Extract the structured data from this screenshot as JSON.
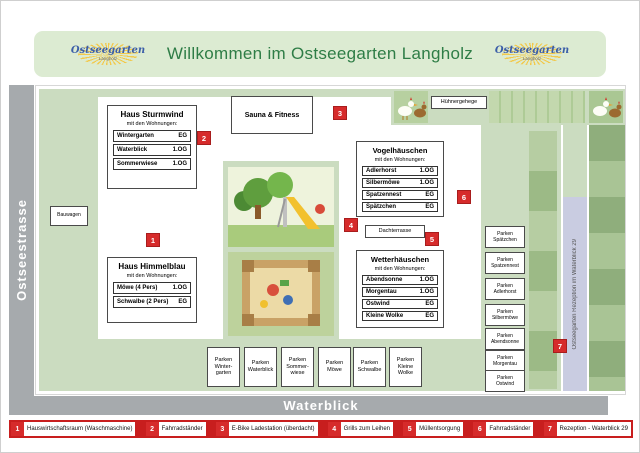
{
  "header": {
    "title": "Willkommen im Ostseegarten Langholz",
    "logo": {
      "name": "Ostseegarten",
      "sub": "Langholz"
    }
  },
  "roads": {
    "left": "Ostseestrasse",
    "bottom": "Waterblick"
  },
  "labels": {
    "bauwagen": "Bauwagen",
    "huehnergehege": "Hühnergehege",
    "sauna": "Sauna & Fitness",
    "dachterrasse": "Dachterrasse",
    "reception": "Ostseegarten Rezeption im Waterblick 29"
  },
  "houses": {
    "sturmwind": {
      "title": "Haus Sturmwind",
      "subtitle": "mit den Wohnungen:",
      "rows": [
        {
          "name": "Wintergarten",
          "floor": "EG"
        },
        {
          "name": "Waterblick",
          "floor": "1.OG"
        },
        {
          "name": "Sommerwiese",
          "floor": "1.OG"
        }
      ]
    },
    "himmelblau": {
      "title": "Haus Himmelblau",
      "subtitle": "mit den Wohnungen:",
      "rows": [
        {
          "name": "Möwe (4 Pers)",
          "floor": "1.OG"
        },
        {
          "name": "Schwalbe (2 Pers)",
          "floor": "EG"
        }
      ]
    },
    "vogelhaeuschen": {
      "title": "Vogelhäuschen",
      "subtitle": "mit den Wohnungen:",
      "rows": [
        {
          "name": "Adlerhorst",
          "floor": "1.OG"
        },
        {
          "name": "Silbermöwe",
          "floor": "1.OG"
        },
        {
          "name": "Spatzennest",
          "floor": "EG"
        },
        {
          "name": "Spätzchen",
          "floor": "EG"
        }
      ]
    },
    "wetterhaeuschen": {
      "title": "Wetterhäuschen",
      "subtitle": "mit den Wohnungen:",
      "rows": [
        {
          "name": "Abendsonne",
          "floor": "1.OG"
        },
        {
          "name": "Morgentau",
          "floor": "1.OG"
        },
        {
          "name": "Ostwind",
          "floor": "EG"
        },
        {
          "name": "Kleine Wolke",
          "floor": "EG"
        }
      ]
    }
  },
  "parking": {
    "word": "Parken",
    "bottom": [
      "Winter-garten",
      "Waterblick",
      "Sommer-wiese",
      "Möwe",
      "Schwalbe",
      "Kleine Wolke"
    ],
    "right": [
      "Spätzchen",
      "Spatzennest",
      "Adlerhorst",
      "Silbermöwe",
      "Abendsonne",
      "Morgentau",
      "Ostwind"
    ]
  },
  "legend": [
    {
      "num": "1",
      "label": "Hauswirtschaftsraum (Waschmaschine)"
    },
    {
      "num": "2",
      "label": "Fahrradständer"
    },
    {
      "num": "3",
      "label": "E-Bike Ladestation (überdacht)"
    },
    {
      "num": "4",
      "label": "Grills zum Leihen"
    },
    {
      "num": "5",
      "label": "Müllentsorgung"
    },
    {
      "num": "6",
      "label": "Fahrradständer"
    },
    {
      "num": "7",
      "label": "Rezeption - Waterblick 29"
    }
  ],
  "colors": {
    "header_bg": "#dcebd2",
    "header_text": "#2e7d46",
    "map_green": "#cbdcc0",
    "road_gray": "#a6aaad",
    "marker_red": "#d62b2b",
    "legend_red": "#c81e1e",
    "reception_lavender": "#c9cce1"
  }
}
